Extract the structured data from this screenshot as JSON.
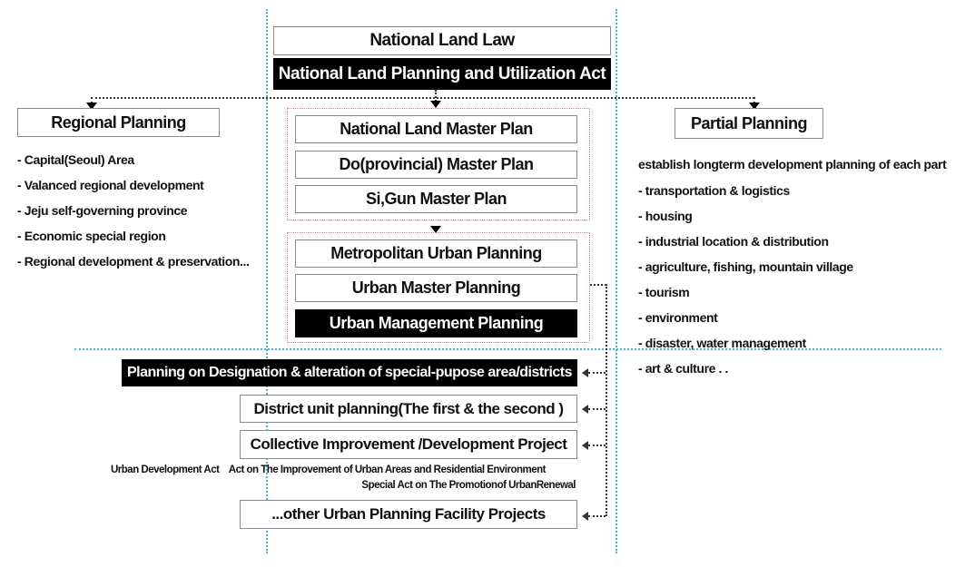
{
  "law": {
    "national_land_law": "National Land Law",
    "planning_act": "National Land Planning and Utilization Act"
  },
  "regional": {
    "title": "Regional Planning",
    "items": [
      "- Capital(Seoul) Area",
      "- Valanced regional development",
      "- Jeju self-governing province",
      "- Economic special region",
      "- Regional development & preservation..."
    ]
  },
  "partial": {
    "title": "Partial Planning",
    "intro": "establish longterm development planning of each part",
    "items": [
      "- transportation & logistics",
      "- housing",
      "- industrial location & distribution",
      "- agriculture, fishing, mountain village",
      "- tourism",
      "- environment",
      "- disaster, water management",
      "- art & culture . ."
    ]
  },
  "master_plans": [
    "National Land Master Plan",
    "Do(provincial) Master Plan",
    "Si,Gun Master Plan"
  ],
  "urban_plans": [
    "Metropolitan Urban Planning",
    "Urban Master Planning",
    "Urban Management Planning"
  ],
  "lower_plans": [
    "Planning on Designation & alteration of special-pupose area/districts",
    "District unit planning(The first & the second )",
    "Collective Improvement /Development Project",
    "...other Urban Planning Facility Projects"
  ],
  "acts": {
    "line1_left": "Urban Development Act",
    "line1_right": "Act on The Improvement of Urban Areas and Residential Environment",
    "line2": "Special Act on The Promotionof UrbanRenewal"
  },
  "colors": {
    "guide_lines": "#3fb6d6",
    "frame": "#d98a8a",
    "dark_box": "#000000"
  }
}
